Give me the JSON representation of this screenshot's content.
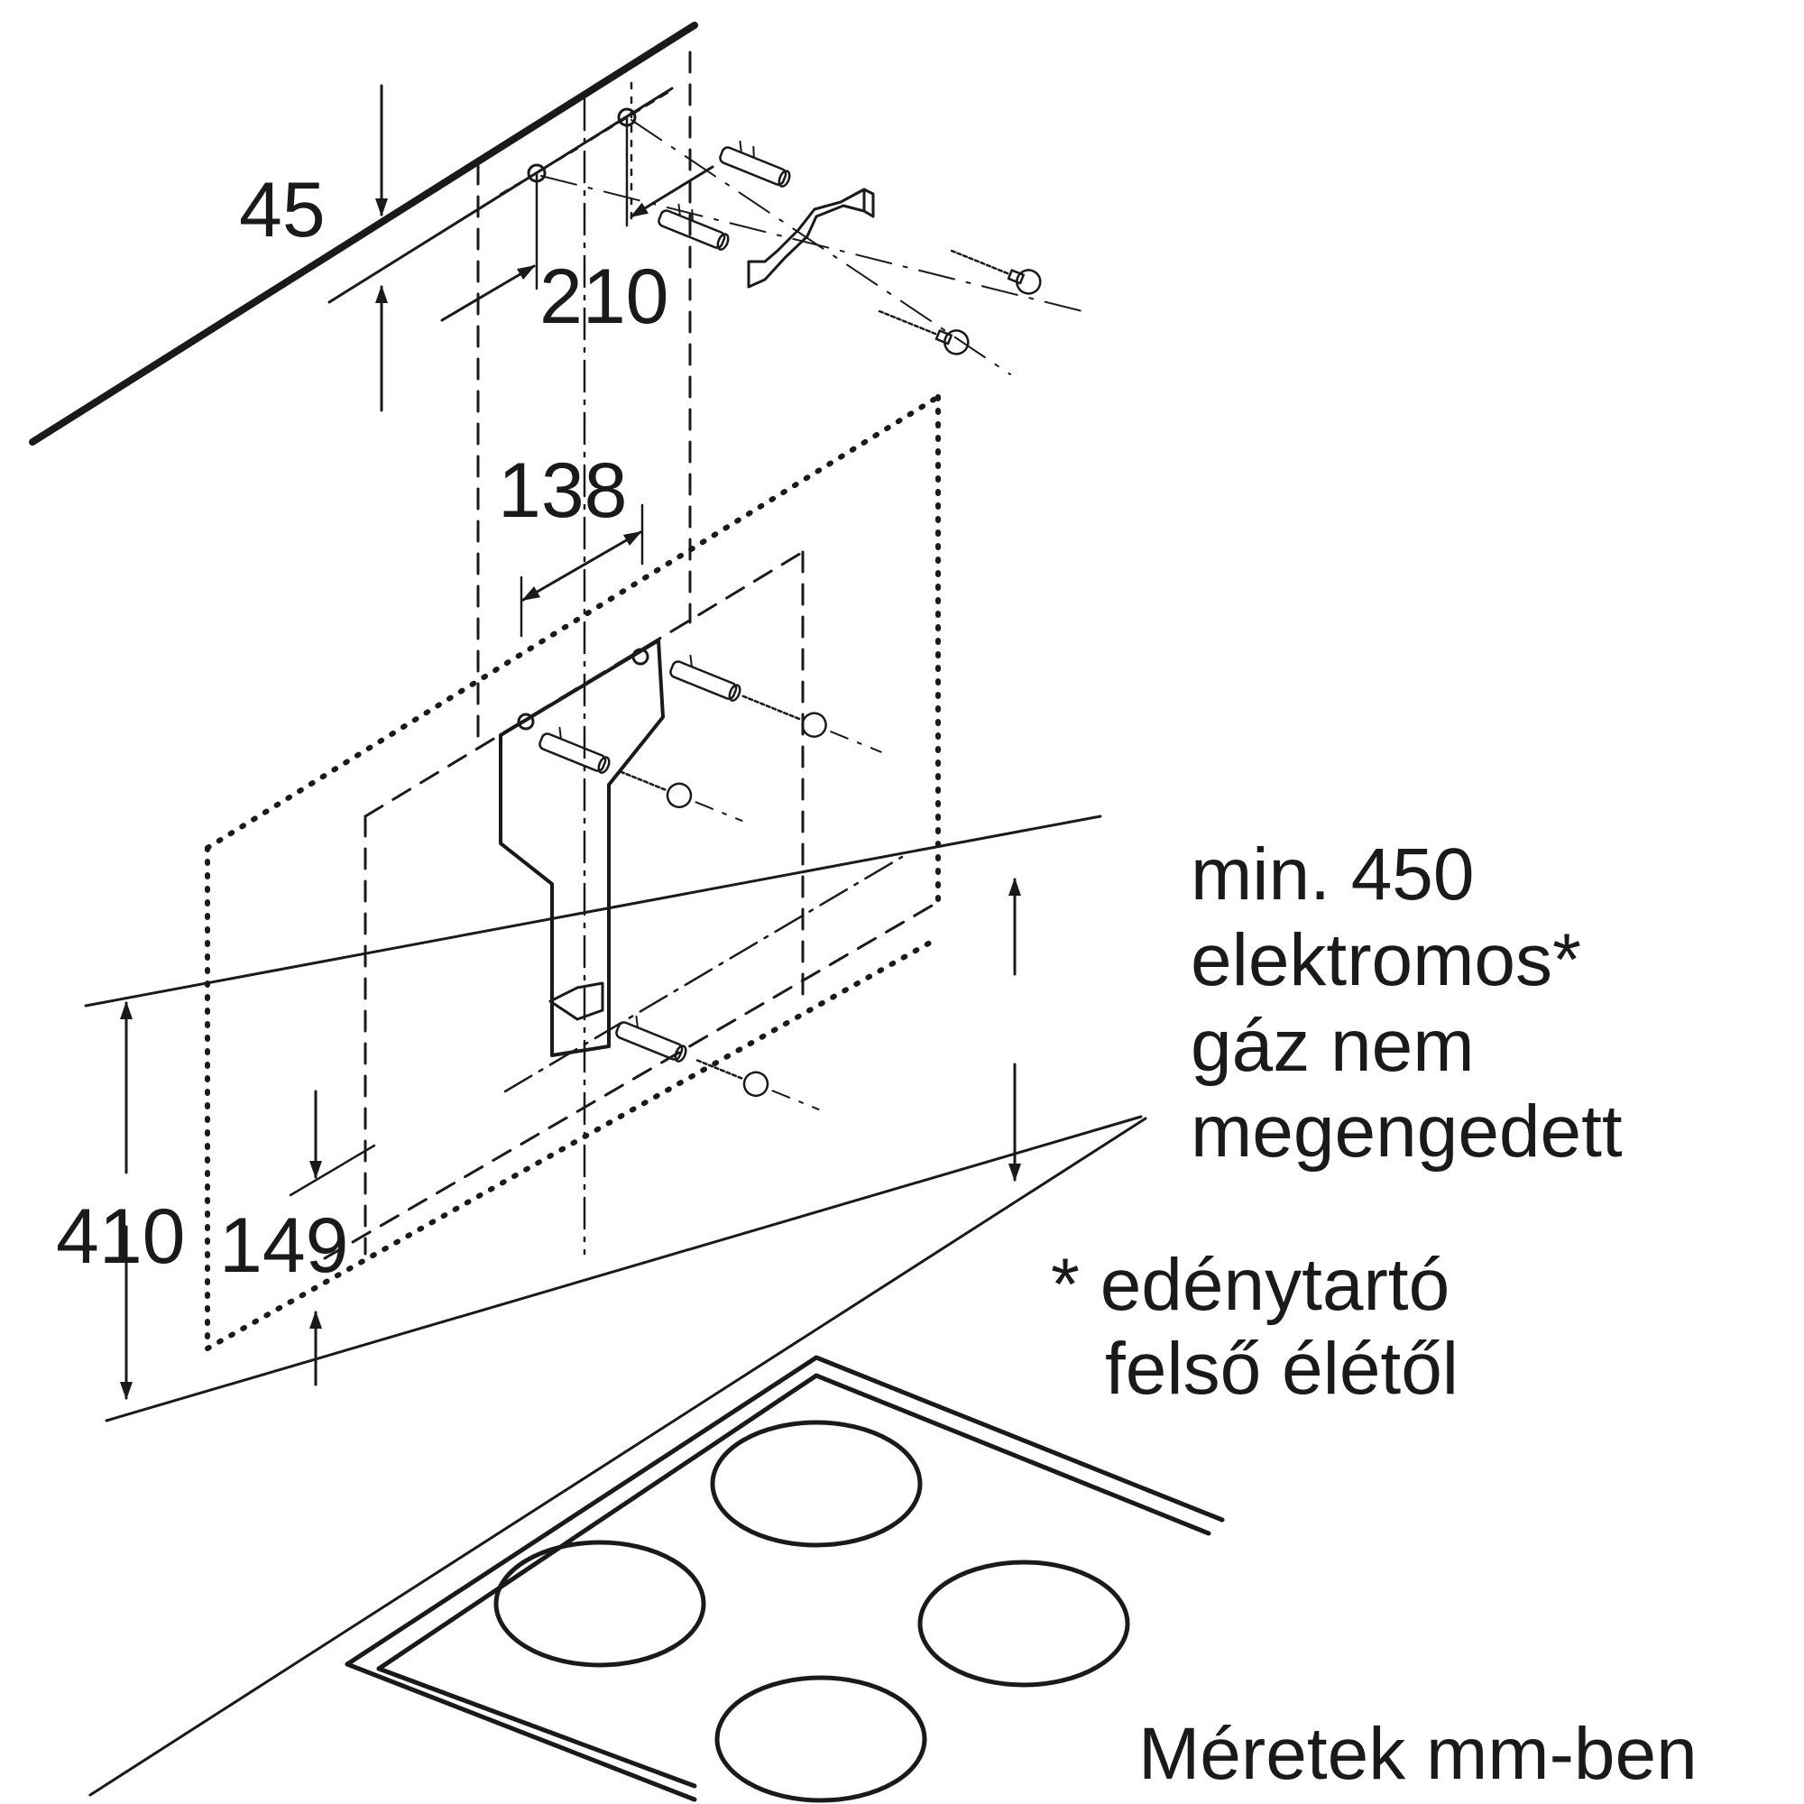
{
  "dimensions": {
    "d45": "45",
    "d210": "210",
    "d138": "138",
    "d410": "410",
    "d149": "149"
  },
  "clearance_note": {
    "line1": "min. 450",
    "line2": "elektromos*",
    "line3": "gáz nem",
    "line4": "megengedett"
  },
  "footnote": {
    "line1": "* edénytartó",
    "line2": "felső élétől"
  },
  "units_note": "Méretek mm-ben"
}
